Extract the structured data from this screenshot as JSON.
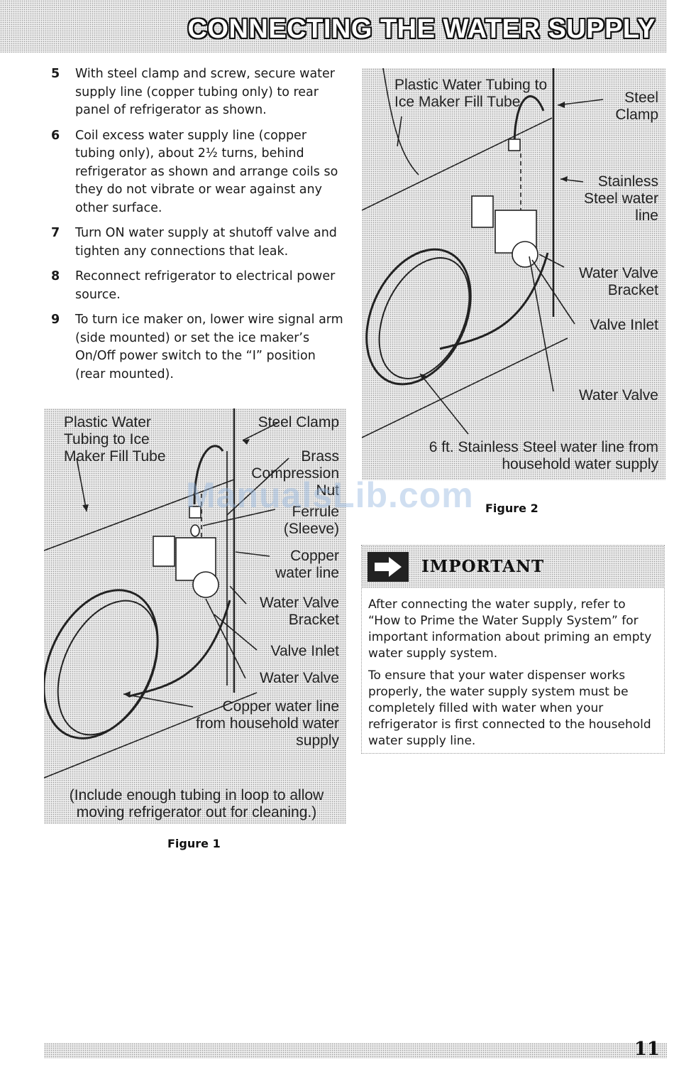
{
  "header": {
    "title": "CONNECTING THE WATER SUPPLY"
  },
  "steps": [
    {
      "num": "5",
      "text": "With steel clamp and screw, secure water supply line (copper tubing only) to rear panel of refrigerator as shown."
    },
    {
      "num": "6",
      "text": "Coil excess water supply line (copper tubing only), about 2½ turns, behind refrigerator as shown and arrange coils so they do not vibrate or wear against any other surface."
    },
    {
      "num": "7",
      "text": "Turn ON water supply at shutoff valve and tighten any connections that leak."
    },
    {
      "num": "8",
      "text": "Reconnect refrigerator to electrical power source."
    },
    {
      "num": "9",
      "text": "To turn ice maker on, lower wire signal arm (side mounted) or set the ice maker’s On/Off power switch to the “I” position (rear mounted)."
    }
  ],
  "figure1": {
    "caption": "Figure 1",
    "labels": {
      "plastic_tubing": "Plastic Water Tubing to Ice Maker Fill Tube",
      "steel_clamp": "Steel Clamp",
      "brass_nut": "Brass Compression Nut",
      "ferrule": "Ferrule (Sleeve)",
      "copper_line": "Copper water line",
      "valve_bracket": "Water Valve Bracket",
      "valve_inlet": "Valve Inlet",
      "water_valve": "Water Valve",
      "household_line": "Copper water line from household water supply",
      "note": "(Include enough tubing in loop to allow moving refrigerator out for cleaning.)"
    }
  },
  "figure2": {
    "caption": "Figure 2",
    "labels": {
      "plastic_tubing": "Plastic Water Tubing to Ice Maker Fill Tube",
      "steel_clamp": "Steel Clamp",
      "stainless_line": "Stainless Steel water line",
      "valve_bracket": "Water Valve Bracket",
      "valve_inlet": "Valve Inlet",
      "water_valve": "Water Valve",
      "household_line": "6 ft. Stainless Steel water line from household water supply"
    }
  },
  "important": {
    "title": "IMPORTANT",
    "paragraphs": [
      "After connecting the water supply, refer to “How to Prime the Water Supply System” for important information about priming an empty water supply system.",
      "To ensure that your water dispenser works properly, the water supply system must be completely filled with water when your refrigerator is first connected to the household water supply line."
    ]
  },
  "watermark": "ManualsLib.com",
  "footer": {
    "page_number": "11"
  }
}
